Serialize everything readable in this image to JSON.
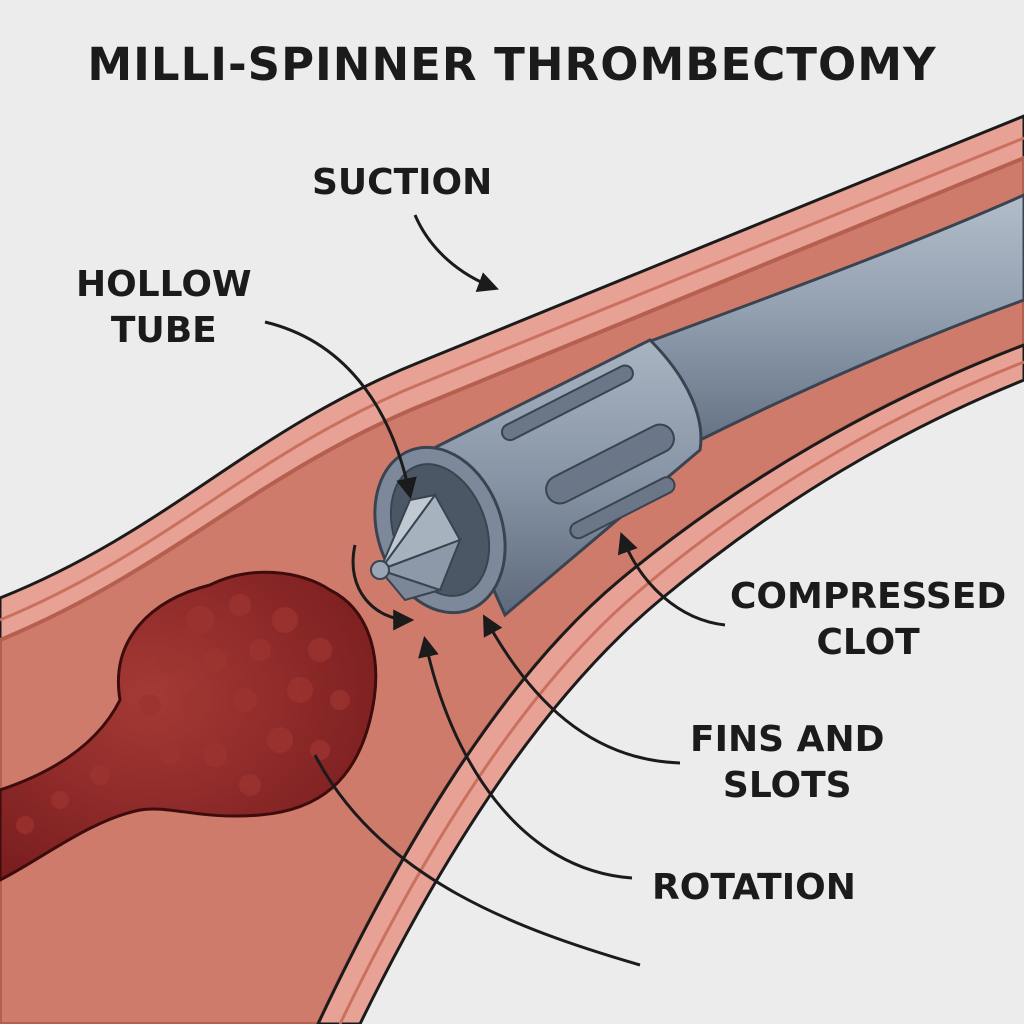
{
  "title": "MILLI-SPINNER THROMBECTOMY",
  "labels": {
    "suction": "SUCTION",
    "hollow_tube": [
      "HOLLOW",
      "TUBE"
    ],
    "compressed_clot": [
      "COMPRESSED",
      "CLOT"
    ],
    "fins_and_slots": [
      "FINS AND",
      "SLOTS"
    ],
    "rotation": "ROTATION"
  },
  "colors": {
    "background": "#ececec",
    "vessel_wall": "#e8a195",
    "vessel_wall_dark": "#c9705f",
    "vessel_lumen": "#cf7b6c",
    "clot": "#8a2424",
    "catheter": "#8e9bab",
    "catheter_dark": "#5d6878",
    "ink": "#1b1b1b"
  }
}
